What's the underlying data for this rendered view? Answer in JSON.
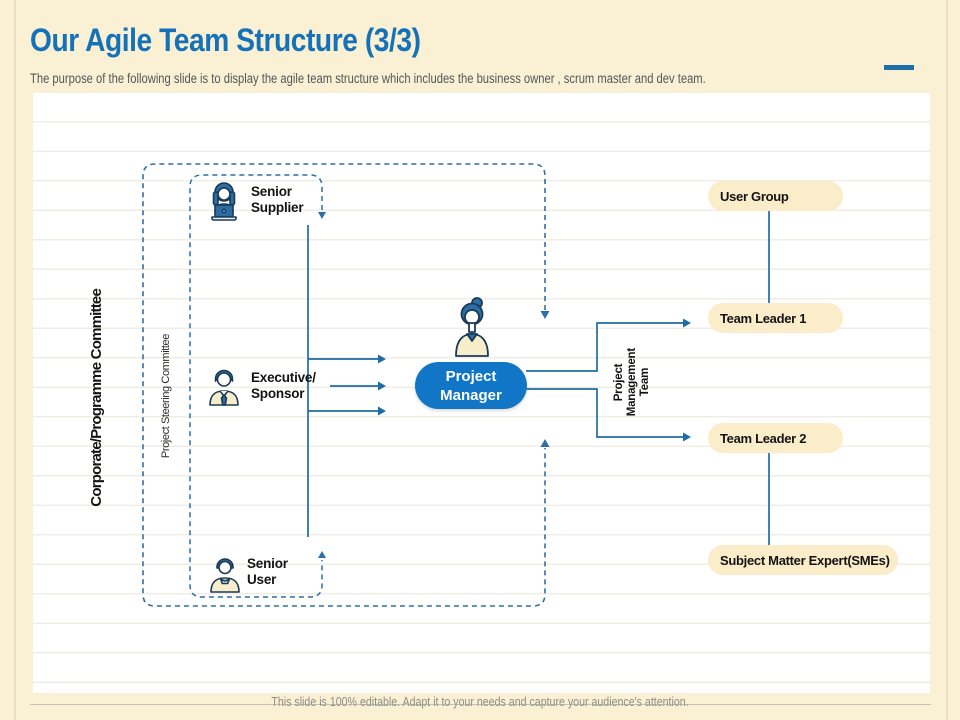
{
  "slide": {
    "title": "Our Agile Team Structure (3/3)",
    "subtitle": "The purpose of the following slide is to display the agile team structure which includes the business owner , scrum master and dev team.",
    "footer_note": "This slide is 100% editable. Adapt it to your needs and capture your audience's attention."
  },
  "diagram": {
    "outer_group_label": "Corporate/Programme Committee",
    "inner_group_label": "Project Steering Committee",
    "left_roles": [
      {
        "lines": [
          "Senior",
          "Supplier"
        ],
        "icon": "woman-laptop-icon"
      },
      {
        "lines": [
          "Executive/",
          "Sponsor"
        ],
        "icon": "man-tie-icon"
      },
      {
        "lines": [
          "Senior",
          "User"
        ],
        "icon": "man-scarf-icon"
      }
    ],
    "center_role": {
      "lines": [
        "Project",
        "Manager"
      ],
      "icon": "woman-bun-icon"
    },
    "right_group_label_lines": [
      "Project",
      "Management",
      "Team"
    ],
    "right_roles": [
      "User Group",
      "Team Leader 1",
      "Team Leader 2",
      "Subject Matter Expert(SMEs)"
    ]
  },
  "colors": {
    "slide_background": "#FAF0D3",
    "title_blue": "#1572B9",
    "connector_blue": "#1E6CA6",
    "dashed_blue": "#2F6FA6",
    "pm_pill_blue": "#1176C5",
    "role_pill_cream": "#FBECCA",
    "icon_navy": "#1A3A57",
    "icon_blue": "#2B6DA4"
  }
}
